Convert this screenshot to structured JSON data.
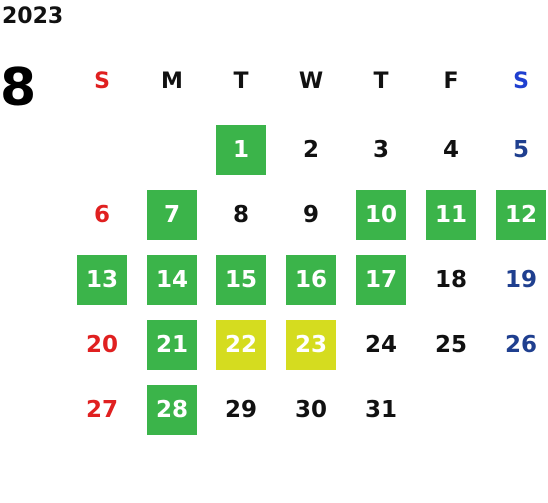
{
  "calendar": {
    "year": "2023",
    "month": "8",
    "colors": {
      "green": "#3bb44a",
      "yellow": "#d5dc1f",
      "sunday": "#e02020",
      "saturday": "#1f3f8f",
      "weekday": "#111111",
      "on_colored": "#ffffff"
    },
    "weekdays": [
      {
        "label": "S",
        "color": "#e02020"
      },
      {
        "label": "M",
        "color": "#111111"
      },
      {
        "label": "T",
        "color": "#111111"
      },
      {
        "label": "W",
        "color": "#111111"
      },
      {
        "label": "T",
        "color": "#111111"
      },
      {
        "label": "F",
        "color": "#111111"
      },
      {
        "label": "S",
        "color": "#1f3fd0"
      }
    ],
    "days": [
      {
        "label": "1",
        "status": "green"
      },
      {
        "label": "2",
        "status": "none"
      },
      {
        "label": "3",
        "status": "none"
      },
      {
        "label": "4",
        "status": "none"
      },
      {
        "label": "5",
        "status": "none"
      },
      {
        "label": "6",
        "status": "none"
      },
      {
        "label": "7",
        "status": "green"
      },
      {
        "label": "8",
        "status": "none"
      },
      {
        "label": "9",
        "status": "none"
      },
      {
        "label": "10",
        "status": "green"
      },
      {
        "label": "11",
        "status": "green"
      },
      {
        "label": "12",
        "status": "green"
      },
      {
        "label": "13",
        "status": "green"
      },
      {
        "label": "14",
        "status": "green"
      },
      {
        "label": "15",
        "status": "green"
      },
      {
        "label": "16",
        "status": "green"
      },
      {
        "label": "17",
        "status": "green"
      },
      {
        "label": "18",
        "status": "none"
      },
      {
        "label": "19",
        "status": "none"
      },
      {
        "label": "20",
        "status": "none"
      },
      {
        "label": "21",
        "status": "green"
      },
      {
        "label": "22",
        "status": "yellow"
      },
      {
        "label": "23",
        "status": "yellow"
      },
      {
        "label": "24",
        "status": "none"
      },
      {
        "label": "25",
        "status": "none"
      },
      {
        "label": "26",
        "status": "none"
      },
      {
        "label": "27",
        "status": "none"
      },
      {
        "label": "28",
        "status": "green"
      },
      {
        "label": "29",
        "status": "none"
      },
      {
        "label": "30",
        "status": "none"
      },
      {
        "label": "31",
        "status": "none"
      }
    ]
  }
}
